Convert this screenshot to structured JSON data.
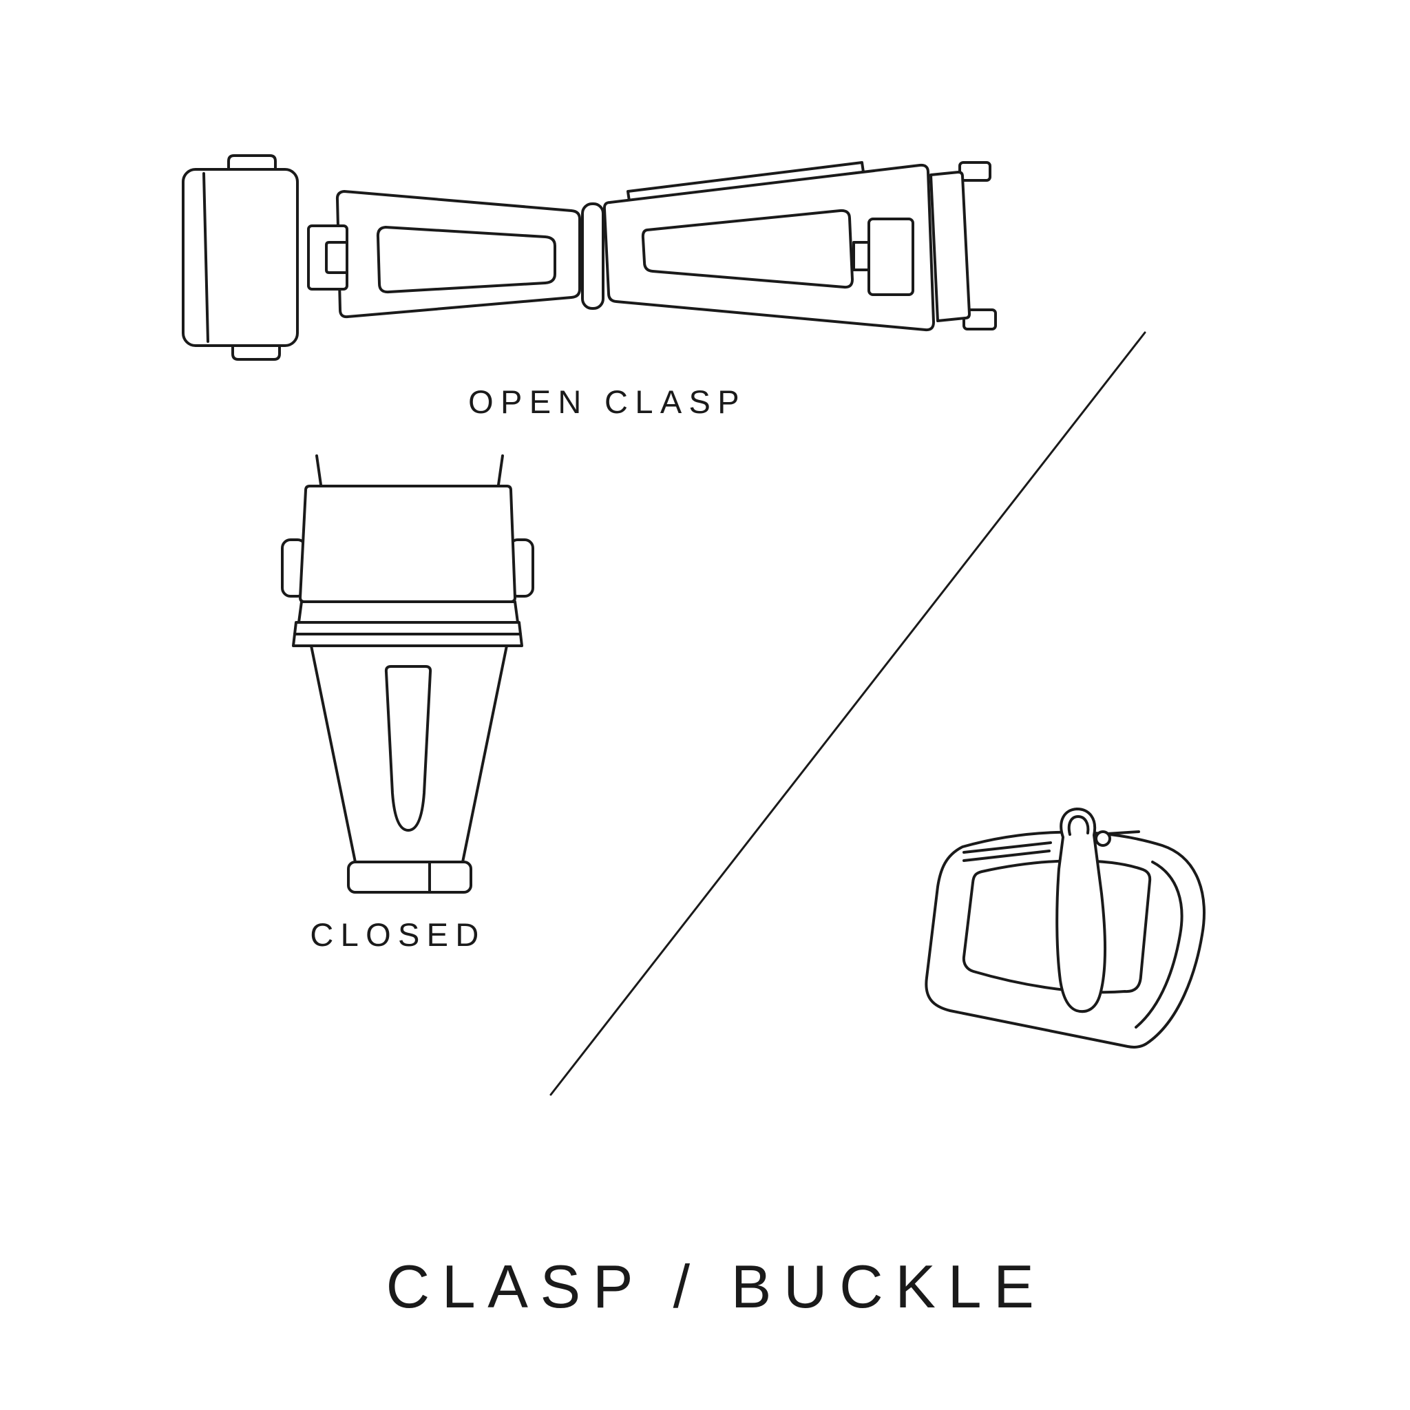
{
  "canvas": {
    "background_color": "#ffffff",
    "line_color": "#1a1a1a",
    "text_color": "#1a1a1a"
  },
  "sections": {
    "open_clasp": {
      "label": "OPEN CLASP",
      "icon": "open-clasp-line-art"
    },
    "closed_clasp": {
      "label": "CLOSED",
      "icon": "closed-clasp-line-art"
    },
    "buckle": {
      "icon": "pin-buckle-line-art"
    }
  },
  "divider": {
    "icon": "diagonal-divider-line"
  },
  "title": "CLASP / BUCKLE"
}
